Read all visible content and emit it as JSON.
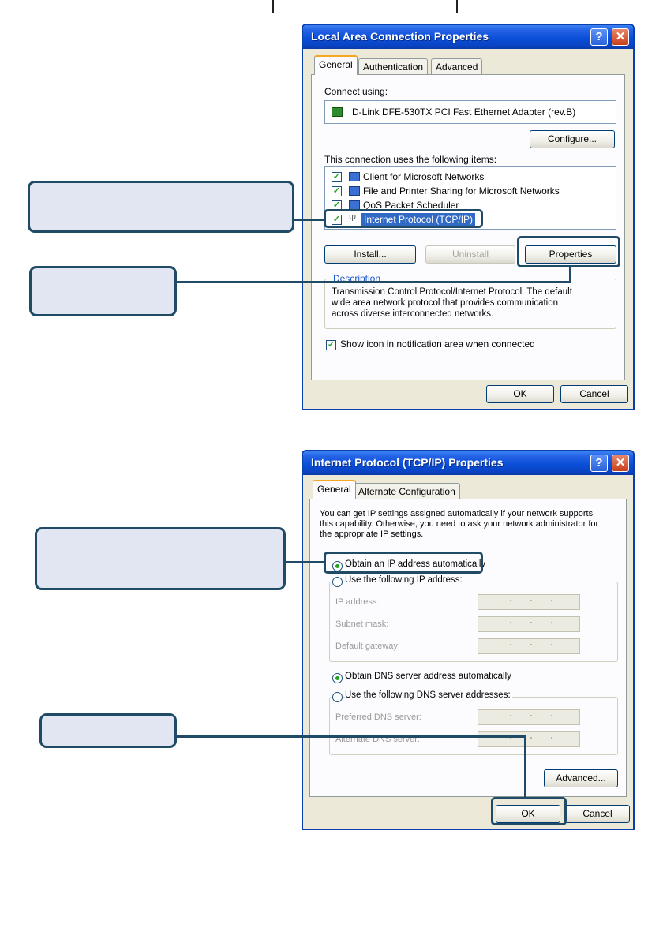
{
  "dialog1": {
    "title": "Local Area Connection Properties",
    "help_glyph": "?",
    "close_glyph": "✕",
    "tabs": [
      "General",
      "Authentication",
      "Advanced"
    ],
    "connect_using_label": "Connect using:",
    "adapter_name": "D-Link DFE-530TX PCI Fast Ethernet Adapter (rev.B)",
    "configure_label": "Configure...",
    "items_label": "This connection uses the following items:",
    "items": [
      {
        "label": "Client for Microsoft Networks",
        "checked": true
      },
      {
        "label": "File and Printer Sharing for Microsoft Networks",
        "checked": true
      },
      {
        "label": "QoS Packet Scheduler",
        "checked": true
      },
      {
        "label": "Internet Protocol (TCP/IP)",
        "checked": true
      }
    ],
    "install_label": "Install...",
    "uninstall_label": "Uninstall",
    "properties_label": "Properties",
    "description_label": "Description",
    "description_lines": [
      "Transmission Control Protocol/Internet Protocol. The default",
      "wide area network protocol that provides communication",
      "across diverse interconnected networks."
    ],
    "show_icon_label": "Show icon in notification area when connected",
    "ok_label": "OK",
    "cancel_label": "Cancel"
  },
  "dialog2": {
    "title": "Internet Protocol (TCP/IP) Properties",
    "help_glyph": "?",
    "close_glyph": "✕",
    "tabs": [
      "General",
      "Alternate Configuration"
    ],
    "intro_lines": [
      "You can get IP settings assigned automatically if your network supports",
      "this capability. Otherwise, you need to ask your network administrator for",
      "the appropriate IP settings."
    ],
    "obtain_ip_label": "Obtain an IP address automatically",
    "use_ip_label": "Use the following IP address:",
    "ip_address_label": "IP address:",
    "subnet_mask_label": "Subnet mask:",
    "default_gateway_label": "Default gateway:",
    "obtain_dns_label": "Obtain DNS server address automatically",
    "use_dns_label": "Use the following DNS server addresses:",
    "preferred_dns_label": "Preferred DNS server:",
    "alternate_dns_label": "Alternate DNS server:",
    "advanced_label": "Advanced...",
    "ok_label": "OK",
    "cancel_label": "Cancel"
  },
  "colors": {
    "callout_fill": "#e2e6f2",
    "callout_border": "#1f4b66",
    "titlebar_blue": "#0b4fd8",
    "dialog_face": "#ece9d8"
  }
}
